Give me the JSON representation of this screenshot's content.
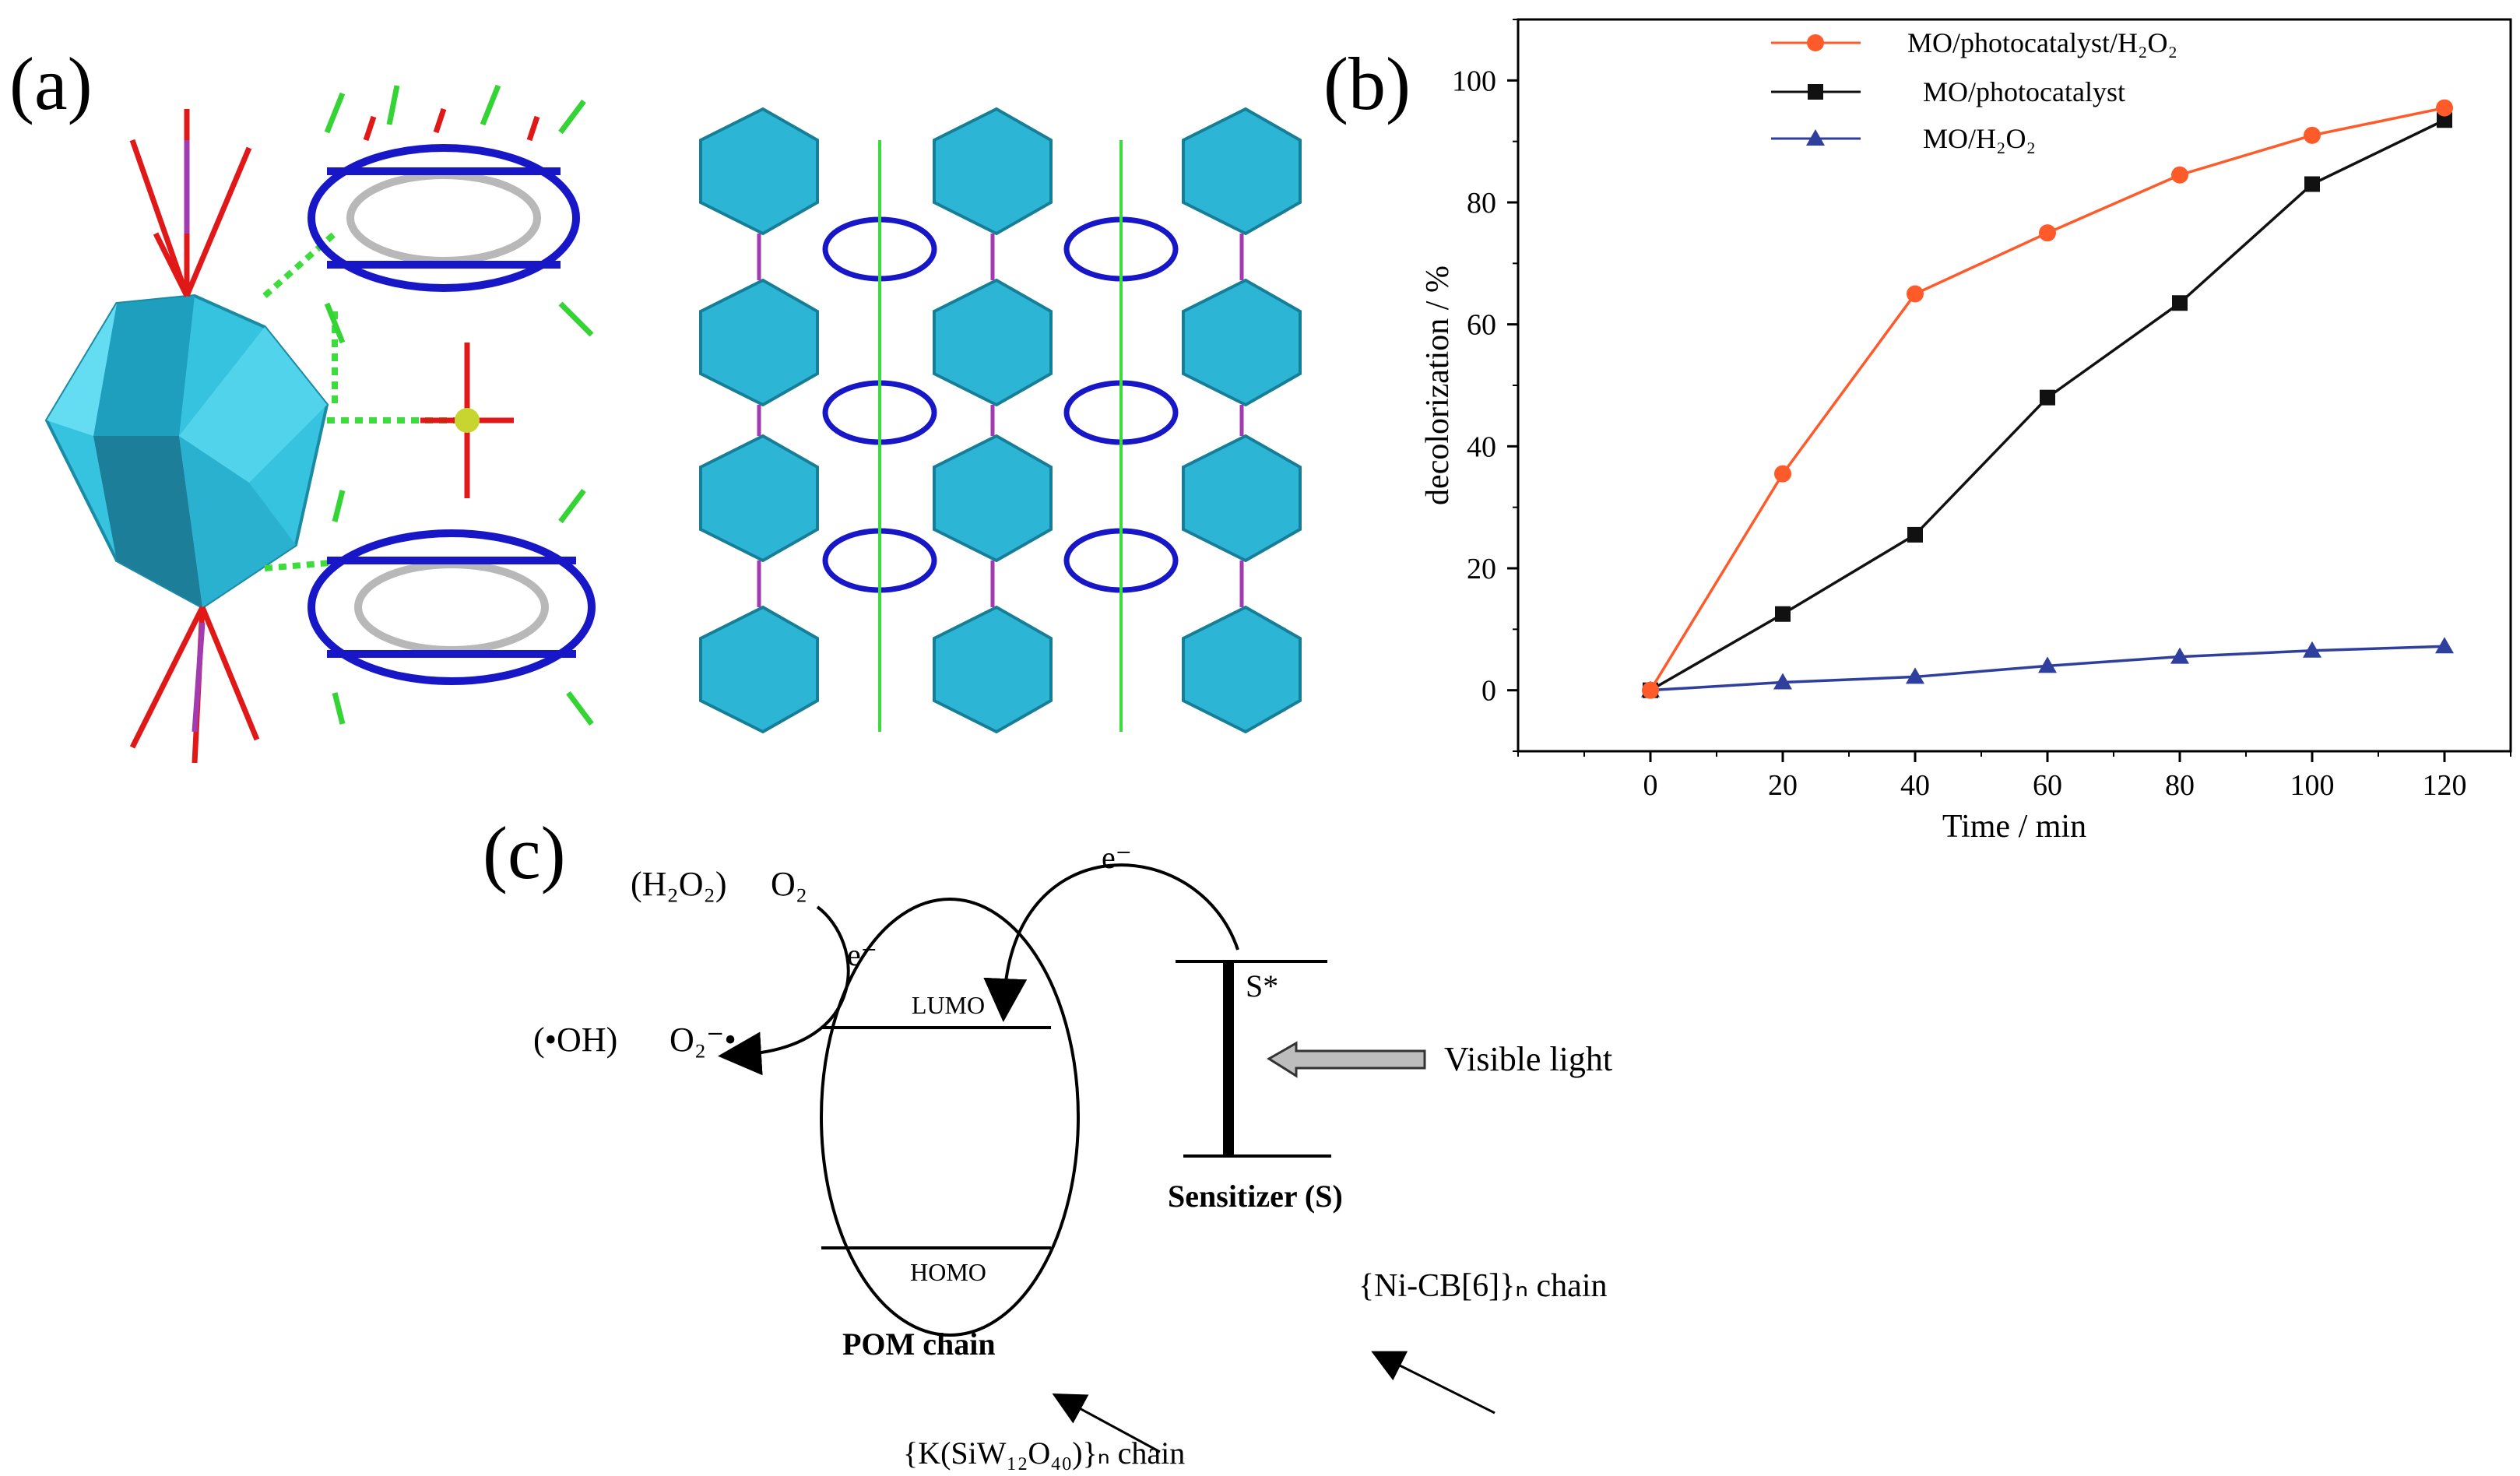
{
  "figure": {
    "panel_a": {
      "label": "(a)"
    },
    "panel_b": {
      "label": "(b)"
    },
    "panel_c": {
      "label": "(c)",
      "h2o2": "(H₂O₂)",
      "o2": "O₂",
      "electron_left": "e⁻",
      "oh_radical": "(•OH)",
      "superoxide": "O₂⁻•",
      "lumo": "LUMO",
      "homo": "HOMO",
      "electron_top": "e⁻",
      "s_star": "S*",
      "visible_light": "Visible light",
      "sensitizer": "Sensitizer (S)",
      "ni_chain": "{Ni-CB[6]}ₙ chain",
      "pom_chain": "POM chain",
      "k_chain": "{K(SiW₁₂O₄₀)}ₙ chain"
    }
  },
  "chart_data": {
    "type": "line",
    "xlabel": "Time / min",
    "ylabel": "decolorization / %",
    "xlim": [
      -20,
      130
    ],
    "ylim": [
      -10,
      110
    ],
    "xticks": [
      0,
      20,
      40,
      60,
      80,
      100,
      120
    ],
    "yticks": [
      0,
      20,
      40,
      60,
      80,
      100
    ],
    "legend_position": "top-center",
    "x": [
      0,
      20,
      40,
      60,
      80,
      100,
      120
    ],
    "series": [
      {
        "name": "MO/photocatalyst/H₂O₂",
        "color": "#ff5a2a",
        "marker": "circle",
        "values": [
          0,
          35.5,
          65,
          75,
          84.5,
          91,
          95.5
        ]
      },
      {
        "name": "MO/photocatalyst",
        "color": "#111111",
        "marker": "square",
        "values": [
          0,
          12.5,
          25.5,
          48,
          63.5,
          83,
          93.5
        ]
      },
      {
        "name": "MO/H₂O₂",
        "color": "#2f3f9e",
        "marker": "triangle",
        "values": [
          0,
          1.3,
          2.2,
          4,
          5.5,
          6.5,
          7.2
        ]
      }
    ]
  }
}
